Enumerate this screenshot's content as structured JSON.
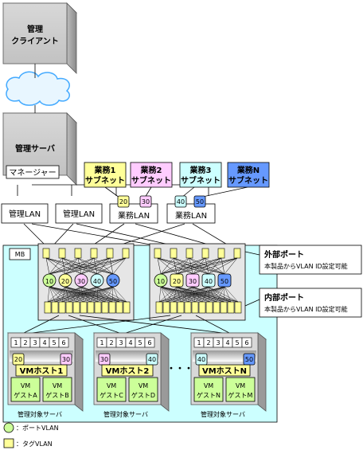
{
  "client": {
    "line1": "管理",
    "line2": "クライアント"
  },
  "admin_server": {
    "title": "管理サーバ",
    "manager": "マネージャー"
  },
  "admin_lan": [
    "管理LAN",
    "管理LAN"
  ],
  "business_lan": [
    {
      "label": "業務LAN",
      "vlans": [
        "20",
        "30"
      ]
    },
    {
      "label": "業務LAN",
      "vlans": [
        "40",
        "50"
      ]
    }
  ],
  "subnets": [
    {
      "line1": "業務1",
      "line2": "サブネット",
      "color": "#ffff99"
    },
    {
      "line1": "業務2",
      "line2": "サブネット",
      "color": "#ffccff"
    },
    {
      "line1": "業務3",
      "line2": "サブネット",
      "color": "#ccffff"
    },
    {
      "line1": "業務N",
      "line2": "サブネット",
      "color": "#6699ff"
    }
  ],
  "chassis": {
    "mb_label": "MB",
    "background": "#ccffff"
  },
  "switch_port_vlans": [
    {
      "id": "10",
      "color": "#ccff99"
    },
    {
      "id": "20",
      "color": "#ffff99"
    },
    {
      "id": "30",
      "color": "#ffccff"
    },
    {
      "id": "40",
      "color": "#ccffff"
    },
    {
      "id": "50",
      "color": "#6699ff"
    }
  ],
  "callouts": {
    "external_title": "外部ポート",
    "external_sub": "本製品からVLAN ID設定可能",
    "internal_title": "内部ポート",
    "internal_sub": "本製品からVLAN ID設定可能"
  },
  "nic_numbers": [
    "1",
    "2",
    "3",
    "4",
    "5",
    "6"
  ],
  "servers": [
    {
      "caption": "管理対象サーバ",
      "host": "VMホスト1",
      "vlan_left": "20",
      "vlan_right": "30",
      "vlan_left_color": "#ffff99",
      "vlan_right_color": "#ffccff",
      "guests": [
        {
          "line1": "VM",
          "line2": "ゲストA"
        },
        {
          "line1": "VM",
          "line2": "ゲストB"
        }
      ]
    },
    {
      "caption": "管理対象サーバ",
      "host": "VMホスト2",
      "vlan_left": "30",
      "vlan_right": "40",
      "vlan_left_color": "#ffccff",
      "vlan_right_color": "#ccffff",
      "guests": [
        {
          "line1": "VM",
          "line2": "ゲストC"
        },
        {
          "line1": "VM",
          "line2": "ゲストD"
        }
      ]
    },
    {
      "caption": "管理対象サーバ",
      "host": "VMホストN",
      "vlan_left": "40",
      "vlan_right": "50",
      "vlan_left_color": "#ccffff",
      "vlan_right_color": "#6699ff",
      "guests": [
        {
          "line1": "VM",
          "line2": "ゲストN"
        },
        {
          "line1": "VM",
          "line2": "ゲストM"
        }
      ]
    }
  ],
  "ellipsis": "・・・",
  "legend": [
    {
      "shape": "circle",
      "label": "：ポートVLAN"
    },
    {
      "shape": "square",
      "label": "：タグVLAN"
    }
  ],
  "colors": {
    "host_yellow": "#ffff99",
    "guest_green": "#ccff99",
    "box_gray": "#e6e6e6"
  }
}
